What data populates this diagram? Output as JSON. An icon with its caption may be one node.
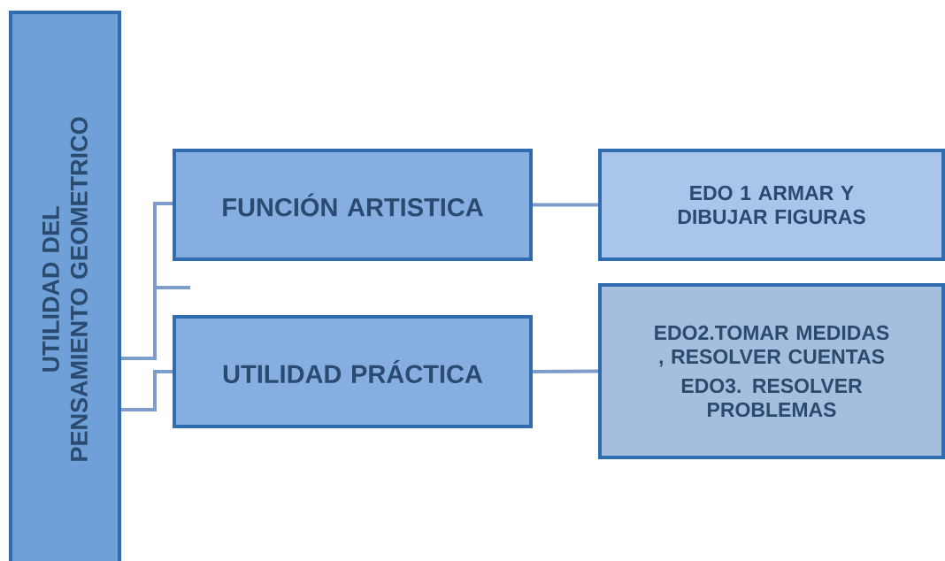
{
  "diagram": {
    "nodes": [
      {
        "text": [
          "UTILIDAD DEL PENSAMIENTO GEOMETRICO"
        ]
      },
      {
        "text": [
          "FUNCIÓN ARTISTICA"
        ]
      },
      {
        "text": [
          "EDO 1 ARMAR Y DIBUJAR FIGURAS"
        ]
      },
      {
        "text": [
          "UTILIDAD PRÁCTICA"
        ]
      },
      {
        "text": [
          "EDO2.TOMAR MEDIDAS , RESOLVER CUENTAS",
          "EDO3. RESOLVER PROBLEMAS"
        ]
      }
    ],
    "edges": [
      {
        "from": 0,
        "to": 1,
        "arrow": "none"
      },
      {
        "from": 0,
        "to": 3,
        "arrow": "none"
      },
      {
        "from": 1,
        "to": 2,
        "arrow": "none"
      },
      {
        "from": 3,
        "to": 4,
        "arrow": "none"
      }
    ]
  }
}
